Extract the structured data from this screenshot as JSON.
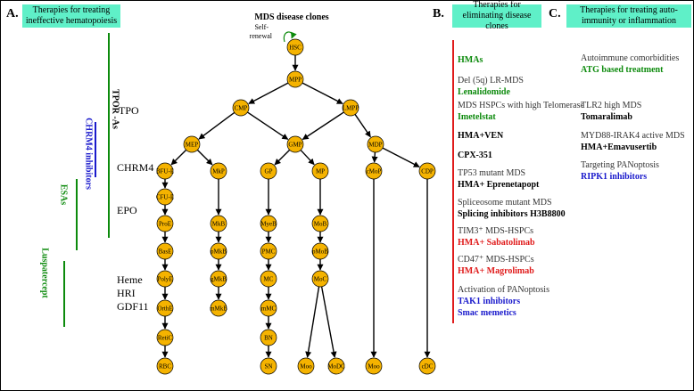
{
  "sections": {
    "a": {
      "letter": "A.",
      "title": "Therapies for treating ineffective hematopoiesis"
    },
    "b": {
      "letter": "B.",
      "title": "Therapies for eliminating disease clones"
    },
    "c": {
      "letter": "C.",
      "title": "Therapies for treating auto-immunity or inflammation"
    }
  },
  "tree": {
    "title": "MDS disease clones",
    "self_renewal": "Self-\nrenewal",
    "nodes": {
      "hsc": "HSC",
      "mpp": "MPP",
      "cmp": "CMP",
      "lmpp": "LMPP",
      "mep": "MEP",
      "mkp": "MkP",
      "gmp": "GMP",
      "mdp": "MDP",
      "gp": "GP",
      "mp": "MP",
      "cmop": "cMoP",
      "cdp": "CDP",
      "bfue": "BFU-E",
      "cfue": "CFU-E",
      "proe": "ProE",
      "base": "BasE",
      "polye": "PolyE",
      "orthe": "OrthE",
      "retic": "RetiC",
      "rbc": "RBC",
      "mkb": "MkB",
      "pmkb": "pMkB",
      "gmkb": "gMkB",
      "mmkb": "mMkB",
      "myeb": "MyeB",
      "pmc": "PMC",
      "mc": "MC",
      "mmc": "mMC",
      "bn": "BN",
      "sn": "SN",
      "mob": "MoB",
      "pmob": "pMoB",
      "moc": "MoC",
      "moo": "Moo",
      "modc": "MoDC",
      "moo2": "Moo",
      "cdc": "cDC"
    }
  },
  "cytokines": {
    "tpo": "TPO",
    "chrm4": "CHRM4",
    "epo": "EPO",
    "heme": "Heme",
    "hri": "HRI",
    "gdf11": "GDF11"
  },
  "bar_labels": {
    "tpor": "TPOR -As",
    "chrm4i": "CHRM4 inhibitors",
    "esas": "ESAs",
    "lusp": "Luspatercept"
  },
  "colors": {
    "node_fill": "#f5b300",
    "box_fill": "#5ff0c8",
    "green": "#0c8a0c",
    "red": "#e01b1b",
    "blue": "#1a1acc"
  },
  "therapies_b": [
    {
      "context": "",
      "drug": "HMAs",
      "color": "green"
    },
    {
      "context": "Del (5q) LR-MDS",
      "drug": "Lenalidomide",
      "color": "green"
    },
    {
      "context": "MDS HSPCs with high Telomerase",
      "drug": "Imetelstat",
      "color": "green"
    },
    {
      "context": "",
      "drug": "HMA+VEN",
      "color": "black"
    },
    {
      "context": "",
      "drug": "CPX-351",
      "color": "black"
    },
    {
      "context": "TP53 mutant MDS",
      "drug": "HMA+ Eprenetapopt",
      "color": "black"
    },
    {
      "context": "Spliceosome mutant MDS",
      "drug": "Splicing inhibitors H3B8800",
      "color": "black"
    },
    {
      "context": "TIM3⁺ MDS-HSPCs",
      "drug": "HMA+ Sabatolimab",
      "color": "red"
    },
    {
      "context": "CD47⁺ MDS-HSPCs",
      "drug": "HMA+ Magrolimab",
      "color": "red"
    },
    {
      "context": "Activation of PANoptosis",
      "drug": "TAK1 inhibitors",
      "drug2": "Smac memetics",
      "color": "blue"
    }
  ],
  "therapies_c": [
    {
      "context": "Autoimmune comorbidities",
      "drug": "ATG based treatment",
      "color": "green"
    },
    {
      "context": "TLR2 high MDS",
      "drug": "Tomaralimab",
      "color": "black"
    },
    {
      "context": "MYD88-IRAK4 active MDS",
      "drug": "HMA+Emavusertib",
      "color": "black"
    },
    {
      "context": "Targeting PANoptosis",
      "drug": "RIPK1 inhibitors",
      "color": "blue"
    }
  ]
}
